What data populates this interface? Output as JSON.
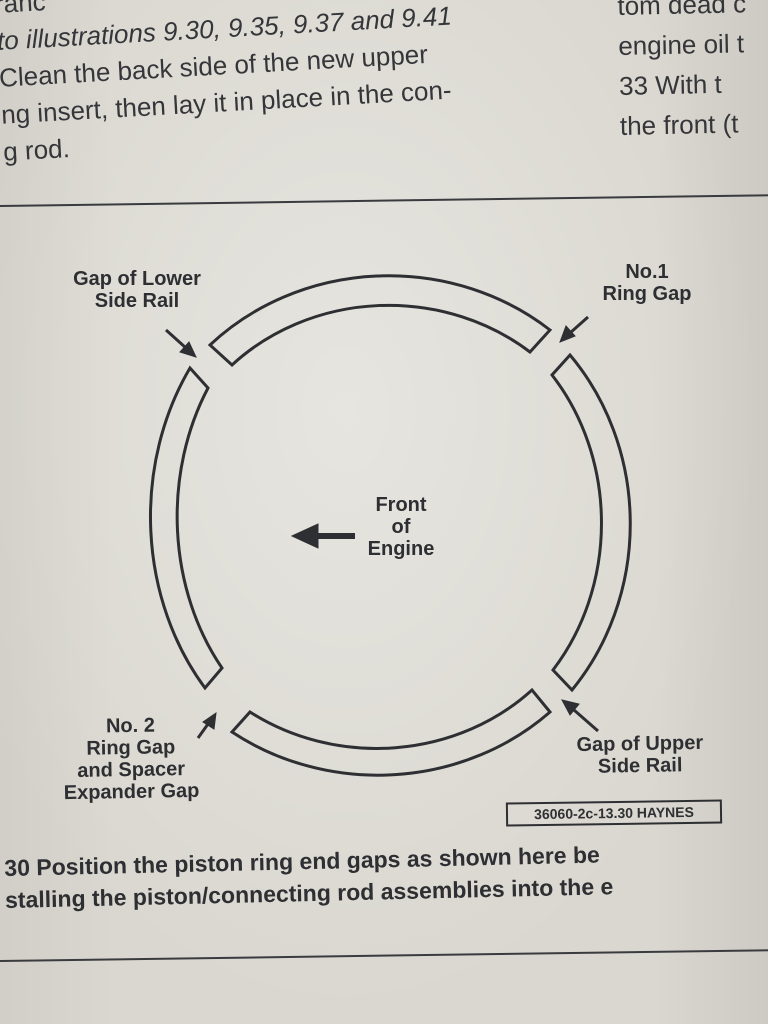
{
  "column_left": {
    "lines": [
      "ranc",
      "to illustrations 9.30, 9.35, 9.37 and 9.41",
      "Clean the back side of the new upper",
      "ng insert, then lay it in place in the con-",
      "g rod."
    ]
  },
  "column_right": {
    "lines": [
      "tom dead c",
      "engine oil t",
      "33  With t",
      "the front (t"
    ]
  },
  "figure": {
    "labels": {
      "lower_rail": [
        "Gap of Lower",
        "Side Rail"
      ],
      "ring1": [
        "No.1",
        "Ring Gap"
      ],
      "front": [
        "Front",
        "of",
        "Engine"
      ],
      "ring2": [
        "No. 2",
        "Ring Gap",
        "and Spacer",
        "Expander Gap"
      ],
      "upper_rail": [
        "Gap of Upper",
        "Side Rail"
      ]
    },
    "figure_id": "36060-2c-13.30 HAYNES",
    "colors": {
      "ink": "#2e2f33",
      "paper": "#d9d7cf"
    }
  },
  "caption": {
    "lines": [
      "30 Position the piston ring end gaps as shown here be",
      "stalling the piston/connecting rod assemblies into the e"
    ]
  }
}
